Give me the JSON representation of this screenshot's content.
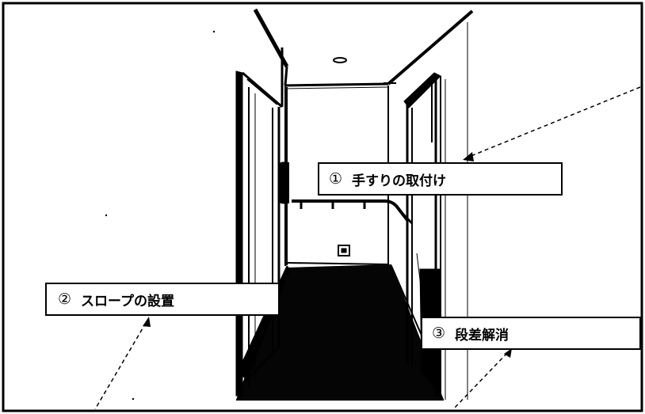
{
  "callouts": [
    {
      "number": "①",
      "label": "手すりの取付け"
    },
    {
      "number": "②",
      "label": "スロープの設置"
    },
    {
      "number": "③",
      "label": "段差解消"
    }
  ],
  "colors": {
    "line": "#000000",
    "floor": "#050505",
    "wall": "#ffffff"
  }
}
